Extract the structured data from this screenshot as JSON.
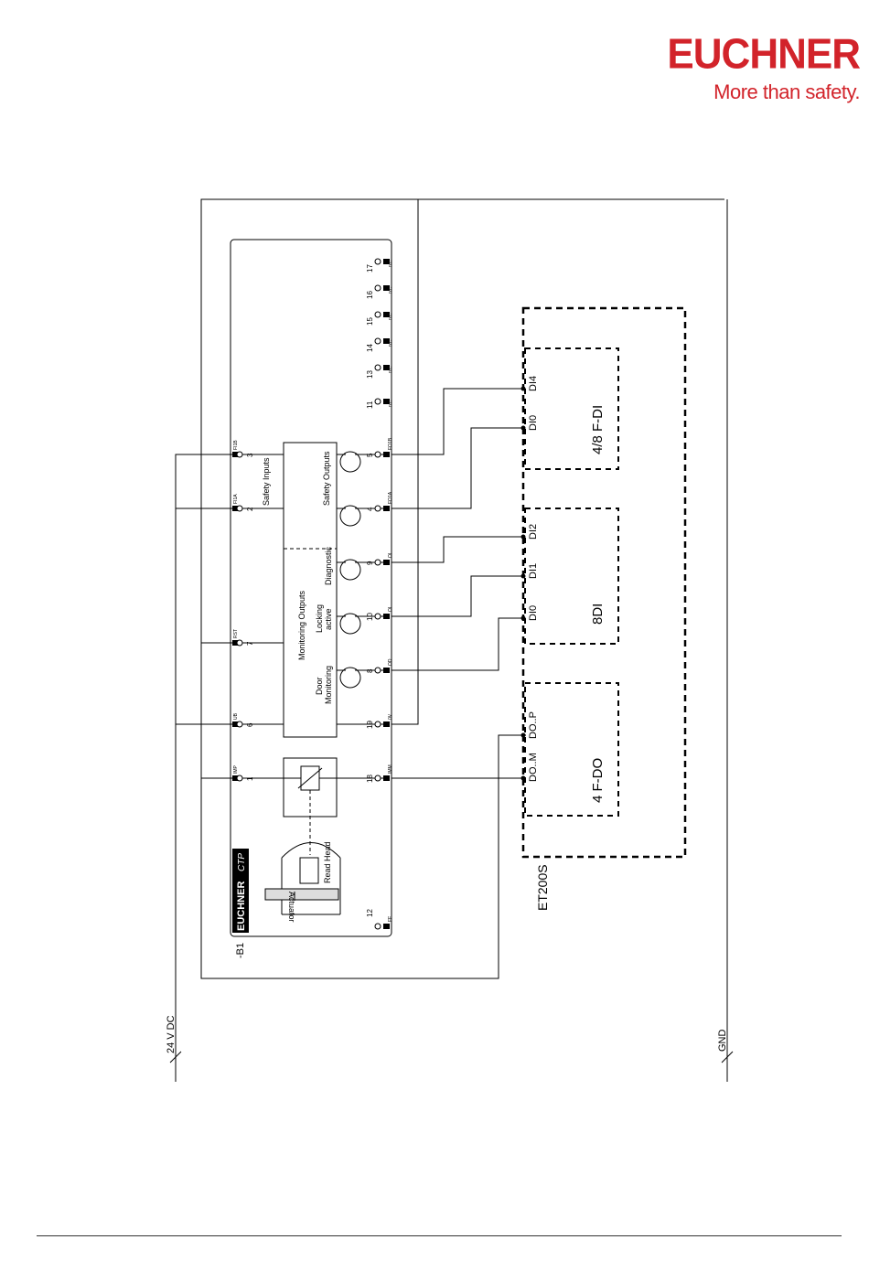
{
  "header": {
    "brand": "EUCHNER",
    "tagline": "More than safety."
  },
  "diagram": {
    "device_ref": "-B1",
    "supply_label": "24 V DC",
    "ground_label": "GND",
    "device_logo": "EUCHNER",
    "device_model": "CTP",
    "actuator_label": "Actuator",
    "read_head_label": "Read Head",
    "safety_inputs_label": "Safety Inputs",
    "safety_outputs_label": "Safety Outputs",
    "monitoring_outputs_label": "Monitoring Outputs",
    "diagnostic_label": "Diagnostic",
    "locking_label": "Locking",
    "active_label": "active",
    "door_label": "Door",
    "monitoring_label": "Monitoring",
    "io_system_label": "ET200S",
    "modules": [
      {
        "name": "4/8 F-DI",
        "pins": [
          "DI4",
          "DI0"
        ]
      },
      {
        "name": "8DI",
        "pins": [
          "DI2",
          "DI1",
          "DI0"
        ]
      },
      {
        "name": "4 F-DO",
        "pins": [
          "DO..P",
          "DO..M"
        ]
      }
    ],
    "top_terminals": [
      {
        "num": "3",
        "code": "FI1B"
      },
      {
        "num": "2",
        "code": "FI1A"
      },
      {
        "num": "7",
        "code": "RST"
      },
      {
        "num": "6",
        "code": "UB"
      },
      {
        "num": "1",
        "code": "IMP"
      }
    ],
    "bottom_terminals": [
      {
        "num": "17",
        "code": "n.c."
      },
      {
        "num": "16",
        "code": "n.c."
      },
      {
        "num": "15",
        "code": "n.c."
      },
      {
        "num": "14",
        "code": "n.c."
      },
      {
        "num": "13",
        "code": "n.c."
      },
      {
        "num": "11",
        "code": "n.c."
      },
      {
        "num": "5",
        "code": "FO1B"
      },
      {
        "num": "4",
        "code": "FO1A"
      },
      {
        "num": "9",
        "code": "OI"
      },
      {
        "num": "10",
        "code": "OL"
      },
      {
        "num": "8",
        "code": "OD"
      },
      {
        "num": "19",
        "code": "0V"
      },
      {
        "num": "18",
        "code": "IMM"
      },
      {
        "num": "12",
        "code": "FE"
      }
    ]
  }
}
